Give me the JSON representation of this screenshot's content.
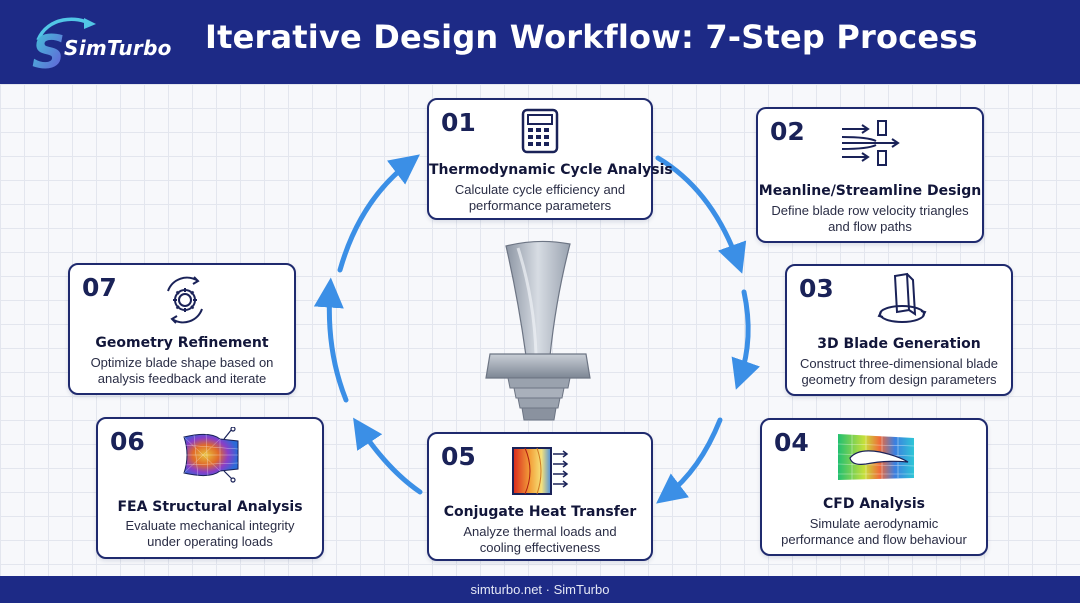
{
  "header": {
    "logo_text": "SimTurbo",
    "title": "Iterative Design Workflow: 7-Step Process"
  },
  "steps": [
    {
      "num": "01",
      "title": "Thermodynamic Cycle Analysis",
      "desc": [
        "Calculate cycle efficiency and",
        "performance parameters"
      ],
      "icon": "calculator-icon"
    },
    {
      "num": "02",
      "title": "Meanline/Streamline Design",
      "desc": [
        "Define blade row velocity triangles",
        "and flow paths"
      ],
      "icon": "flow-path-icon"
    },
    {
      "num": "03",
      "title": "3D Blade Generation",
      "desc": [
        "Construct three-dimensional blade",
        "geometry from design parameters"
      ],
      "icon": "3d-blade-icon"
    },
    {
      "num": "04",
      "title": "CFD Analysis",
      "desc": [
        "Simulate aerodynamic",
        "performance and flow behaviour"
      ],
      "icon": "airfoil-cfd-icon"
    },
    {
      "num": "05",
      "title": "Conjugate Heat Transfer",
      "desc": [
        "Analyze thermal loads and",
        "cooling effectiveness"
      ],
      "icon": "heat-map-icon"
    },
    {
      "num": "06",
      "title": "FEA Structural Analysis",
      "desc": [
        "Evaluate mechanical integrity",
        "under operating loads"
      ],
      "icon": "fea-mesh-icon"
    },
    {
      "num": "07",
      "title": "Geometry Refinement",
      "desc": [
        "Optimize blade shape based on",
        "analysis feedback and iterate"
      ],
      "icon": "gear-cycle-icon"
    }
  ],
  "footer": {
    "text": "simturbo.net · SimTurbo"
  },
  "colors": {
    "header_bg": "#1d2a86",
    "arrow": "#3b8fe6",
    "card_border": "#1f2a6e"
  }
}
